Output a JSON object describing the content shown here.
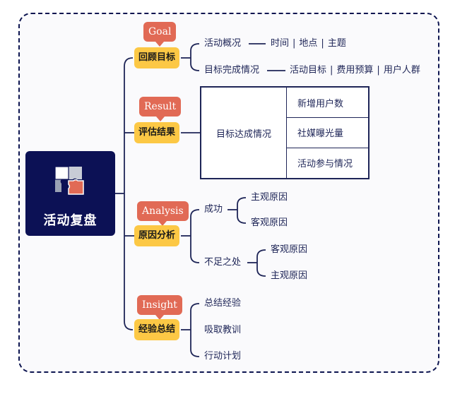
{
  "root": {
    "label": "活动复盘",
    "icon": "puzzle-icon"
  },
  "sections": [
    {
      "label": "回顾目标",
      "tag": "Goal",
      "children": [
        {
          "label": "活动概况",
          "details": [
            "时间",
            "地点",
            "主题"
          ]
        },
        {
          "label": "目标完成情况",
          "details": [
            "活动目标",
            "费用预算",
            "用户人群"
          ]
        }
      ]
    },
    {
      "label": "评估结果",
      "tag": "Result",
      "table": {
        "header": "目标达成情况",
        "items": [
          "新增用户数",
          "社媒曝光量",
          "活动参与情况"
        ]
      }
    },
    {
      "label": "原因分析",
      "tag": "Analysis",
      "children": [
        {
          "label": "成功",
          "items": [
            "主观原因",
            "客观原因"
          ]
        },
        {
          "label": "不足之处",
          "items": [
            "客观原因",
            "主观原因"
          ]
        }
      ]
    },
    {
      "label": "经验总结",
      "tag": "Insight",
      "children": [
        "总结经验",
        "吸取教训",
        "行动计划"
      ]
    }
  ],
  "colors": {
    "frame": "#0d1550",
    "root": "#0c1155",
    "section": "#fcc845",
    "tag": "#e16a55",
    "line": "#1e2557"
  }
}
